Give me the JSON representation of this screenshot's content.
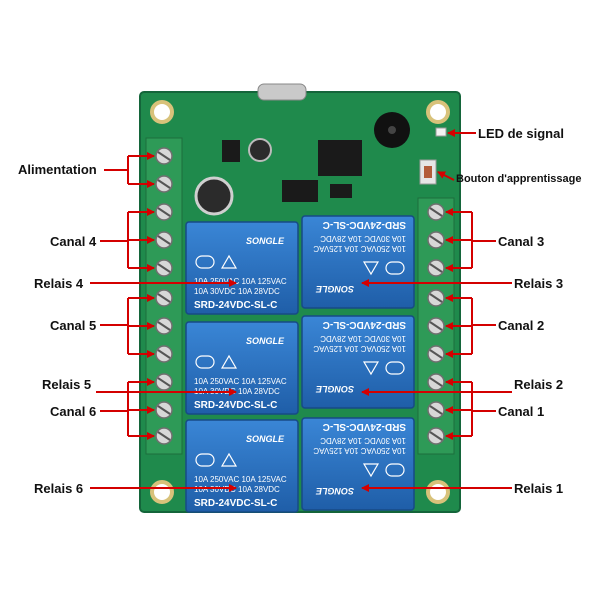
{
  "labels": {
    "alimentation": "Alimentation",
    "led_signal": "LED de signal",
    "bouton": "Bouton d'apprentissage",
    "canal1": "Canal 1",
    "canal2": "Canal 2",
    "canal3": "Canal 3",
    "canal4": "Canal 4",
    "canal5": "Canal 5",
    "canal6": "Canal 6",
    "relais1": "Relais 1",
    "relais2": "Relais 2",
    "relais3": "Relais 3",
    "relais4": "Relais 4",
    "relais5": "Relais 5",
    "relais6": "Relais 6"
  },
  "relay": {
    "brand": "SONGLE",
    "model": "SRD-24VDC-SL-C",
    "rating1": "10A 250VAC  10A 125VAC",
    "rating2": "10A 30VDC   10A 28VDC"
  },
  "colors": {
    "pcb": "#1f8a4c",
    "relay": "#2a6fc0",
    "terminal": "#2e9a57",
    "arrow": "#d40000"
  }
}
